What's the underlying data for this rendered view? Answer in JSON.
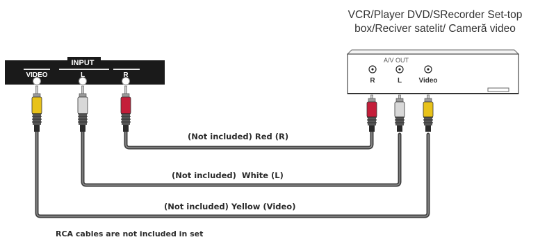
{
  "tv_panel": {
    "title": "INPUT",
    "ports": [
      "VIDEO",
      "L",
      "R"
    ]
  },
  "source_device": {
    "title": "VCR/Player DVD/SRecorder Set-top box/Reciver satelit/ Cameră video",
    "title_line1": "VCR/Player DVD/SRecorder Set-top",
    "title_line2": "box/Reciver satelit/ Cameră video",
    "panel_label": "A/V OUT",
    "ports": [
      "R",
      "L",
      "Video"
    ]
  },
  "cables": [
    {
      "label": "(Not included) Red (R)",
      "color": "#c41e3a"
    },
    {
      "label": "(Not included)  White (L)",
      "color": "#d8d8d8"
    },
    {
      "label": "(Not included) Yellow (Video)",
      "color": "#e8c21a"
    }
  ],
  "footnote": "RCA cables are not included in set"
}
